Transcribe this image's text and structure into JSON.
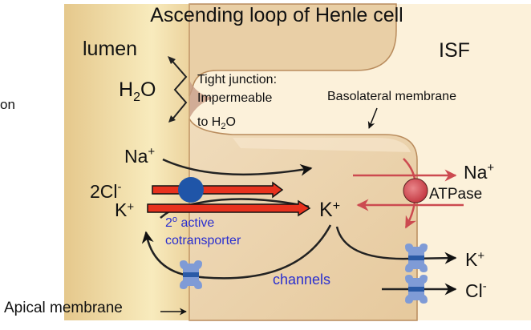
{
  "title": "Ascending loop of Henle cell",
  "labels": {
    "lumen": "lumen",
    "isf": "ISF",
    "left_fragment": "on",
    "water": "H",
    "water_sub": "2",
    "water_o": "O",
    "tight_junction_line1": "Tight junction:",
    "tight_junction_line2": "Impermeable",
    "tight_junction_line3_a": "to H",
    "tight_junction_line3_sub": "2",
    "tight_junction_line3_b": "O",
    "basolateral": "Basolateral membrane",
    "apical": "Apical membrane",
    "cotransporter_line1_a": "2",
    "cotransporter_line1_sup": "o",
    "cotransporter_line1_b": " active",
    "cotransporter_line2": "cotransporter",
    "channels": "channels",
    "atpase": "ATPase"
  },
  "ions": {
    "na_lumen": {
      "base": "Na",
      "sup": "+"
    },
    "cl_lumen": {
      "base": "2Cl",
      "sup": "-"
    },
    "k_lumen": {
      "base": "K",
      "sup": "+"
    },
    "k_cell": {
      "base": "K",
      "sup": "+"
    },
    "na_isf": {
      "base": "Na",
      "sup": "+"
    },
    "k_isf": {
      "base": "K",
      "sup": "+"
    },
    "cl_isf": {
      "base": "Cl",
      "sup": "-"
    }
  },
  "colors": {
    "lumen_gold": "#ecd39a",
    "lumen_highlight": "#f8ebbf",
    "cell": "#e9cfa6",
    "cell_light": "#f3e1c4",
    "isf": "#fcf1da",
    "membrane": "#b98c5d",
    "cotransporter_arrow": "#e8321e",
    "cotransporter_protein": "#1f55a8",
    "pump": "#cf4a52",
    "pump_arrow": "#cc4a50",
    "channel": "#7f9bd6",
    "channel_dark": "#2a5aa6",
    "blue_text": "#2a2fcf",
    "black": "#111111"
  }
}
